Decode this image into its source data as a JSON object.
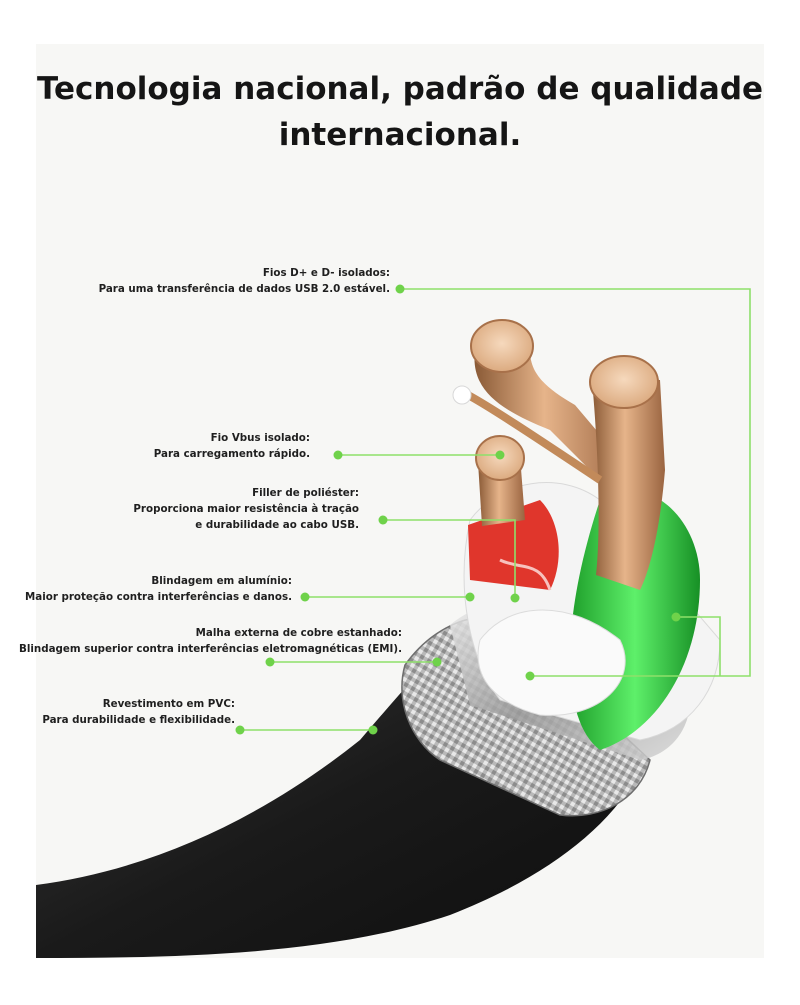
{
  "title": {
    "line1": "Tecnologia nacional, padrão de qualidade",
    "line2": "internacional."
  },
  "callouts": [
    {
      "heading": "Fios D+ e D- isolados:",
      "lines": [
        "Para uma transferência de dados USB 2.0 estável."
      ]
    },
    {
      "heading": "Fio Vbus isolado:",
      "lines": [
        "Para carregamento rápido."
      ]
    },
    {
      "heading": "Filler de poliéster:",
      "lines": [
        "Proporciona maior resistência à tração",
        "e durabilidade ao cabo USB."
      ]
    },
    {
      "heading": "Blindagem em alumínio:",
      "lines": [
        "Maior proteção contra interferências e danos."
      ]
    },
    {
      "heading": "Malha externa de cobre estanhado:",
      "lines": [
        "Blindagem superior contra interferências eletromagnéticas (EMI)."
      ]
    },
    {
      "heading": "Revestimento em PVC:",
      "lines": [
        "Para durabilidade e flexibilidade."
      ]
    }
  ],
  "colors": {
    "leader_line": "#8ee06a",
    "leader_dot": "#6fd24a",
    "jacket": "#1c1c1c",
    "copper": "#c98e5e",
    "green_insulation": "#2fcf3a",
    "red_insulation": "#e0362c"
  }
}
